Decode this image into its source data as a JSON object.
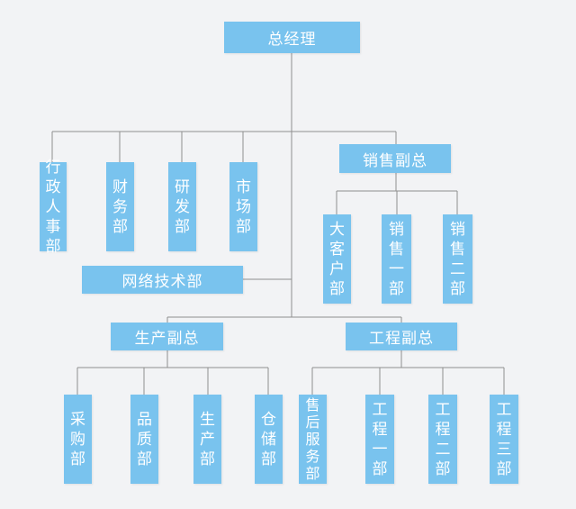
{
  "nodes": {
    "gm": "总经理",
    "admin": "行政人事部",
    "finance": "财务部",
    "rnd": "研发部",
    "market": "市场部",
    "network": "网络技术部",
    "sales_vp": "销售副总",
    "key_accounts": "大客户部",
    "sales1": "销售一部",
    "sales2": "销售二部",
    "prod_vp": "生产副总",
    "eng_vp": "工程副总",
    "purchasing": "采购部",
    "quality": "品质部",
    "production": "生产部",
    "warehouse": "仓储部",
    "after_sales": "售后服务部",
    "eng1": "工程一部",
    "eng2": "工程二部",
    "eng3": "工程三部"
  },
  "colors": {
    "box": "#79c3ee",
    "line": "#8a8a8a",
    "background": "#f2f3f5"
  }
}
